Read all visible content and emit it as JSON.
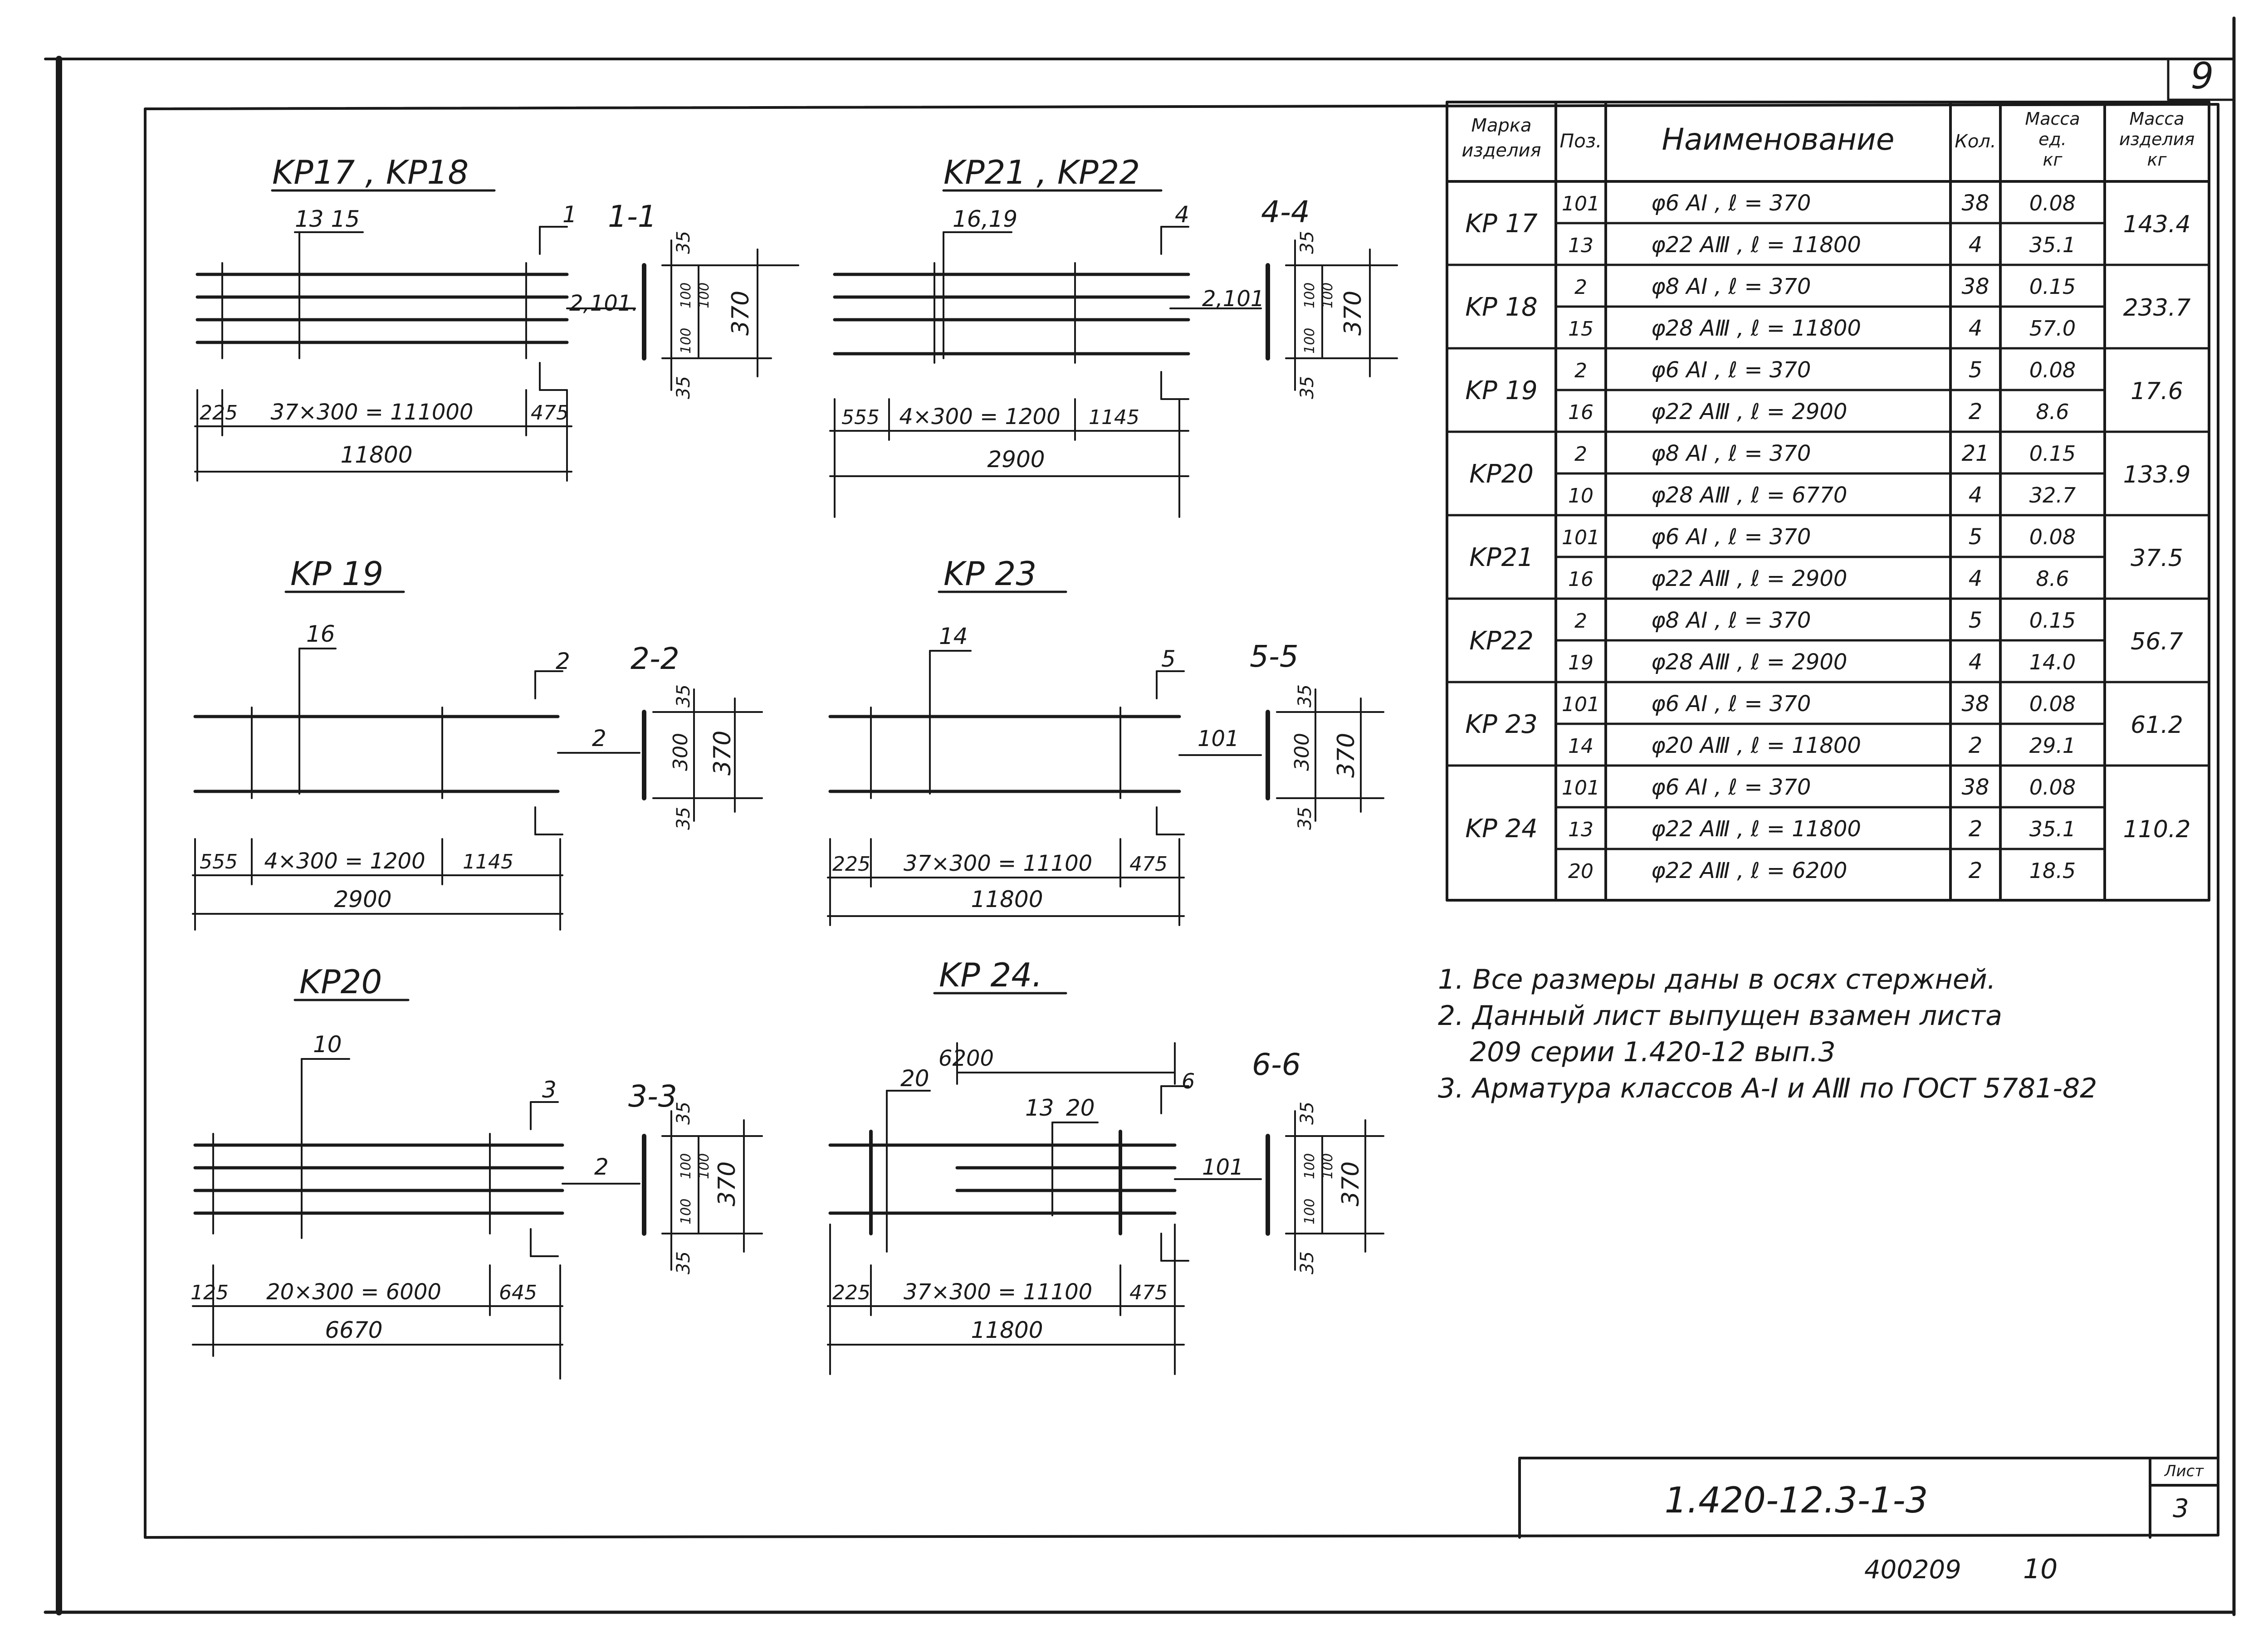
{
  "sheet_corner_number": "9",
  "drawings": [
    {
      "id": "kp17-18",
      "title": "KP17 , KP18",
      "marks": "13 15",
      "cut_mark": "1",
      "section_title": "1-1",
      "side_label": "2,101.",
      "dims": [
        "225",
        "37×300 = 111000",
        "475"
      ],
      "total": "11800",
      "sec_dims": [
        "35",
        "100",
        "100",
        "100",
        "35"
      ],
      "sec_total": "370"
    },
    {
      "id": "kp21-22",
      "title": "KP21 , KP22",
      "marks": "16,19",
      "cut_mark": "4",
      "section_title": "4-4",
      "side_label": "2,101",
      "dims": [
        "555",
        "4×300 = 1200",
        "1145"
      ],
      "total": "2900",
      "sec_dims": [
        "35",
        "100",
        "100",
        "100",
        "35"
      ],
      "sec_total": "370"
    },
    {
      "id": "kp19",
      "title": "KP 19",
      "marks": "16",
      "cut_mark": "2",
      "section_title": "2-2",
      "side_label": "2",
      "dims": [
        "555",
        "4×300 = 1200",
        "1145"
      ],
      "total": "2900",
      "sec_dims": [
        "35",
        "300",
        "35"
      ],
      "sec_total": "370"
    },
    {
      "id": "kp23",
      "title": "KP 23",
      "marks": "14",
      "cut_mark": "5",
      "section_title": "5-5",
      "side_label": "101",
      "dims": [
        "225",
        "37×300 = 11100",
        "475"
      ],
      "total": "11800",
      "sec_dims": [
        "35",
        "300",
        "35"
      ],
      "sec_total": "370"
    },
    {
      "id": "kp20",
      "title": "KP20",
      "marks": "10",
      "cut_mark": "3",
      "section_title": "3-3",
      "side_label": "2",
      "dims": [
        "125",
        "20×300 = 6000",
        "645"
      ],
      "total": "6670",
      "sec_dims": [
        "35",
        "100",
        "100",
        "100",
        "35"
      ],
      "sec_total": "370"
    },
    {
      "id": "kp24",
      "title": "KP 24.",
      "marks": "13",
      "mark2": "20",
      "top_dim": "6200",
      "cut_mark": "6",
      "section_title": "6-6",
      "side_label": "101",
      "dims": [
        "225",
        "37×300 = 11100",
        "475"
      ],
      "total": "11800",
      "sec_dims": [
        "35",
        "100",
        "100",
        "100",
        "35"
      ],
      "sec_total": "370"
    }
  ],
  "table": {
    "headers": {
      "mark": [
        "Марка",
        "изделия"
      ],
      "pos": "Поз.",
      "name": "Наименование",
      "qty": "Кол.",
      "unit_mass": [
        "Масса",
        "ед.",
        "кг"
      ],
      "item_mass": [
        "Масса",
        "изделия",
        "кг"
      ]
    },
    "groups": [
      {
        "mark": "KP 17",
        "total": "143.4",
        "rows": [
          {
            "pos": "101",
            "name": "φ6 AI , ℓ = 370",
            "qty": "38",
            "mass": "0.08"
          },
          {
            "pos": "13",
            "name": "φ22 AⅢ , ℓ = 11800",
            "qty": "4",
            "mass": "35.1"
          }
        ]
      },
      {
        "mark": "KP 18",
        "total": "233.7",
        "rows": [
          {
            "pos": "2",
            "name": "φ8 AI , ℓ = 370",
            "qty": "38",
            "mass": "0.15"
          },
          {
            "pos": "15",
            "name": "φ28 AⅢ , ℓ = 11800",
            "qty": "4",
            "mass": "57.0"
          }
        ]
      },
      {
        "mark": "KP 19",
        "total": "17.6",
        "rows": [
          {
            "pos": "2",
            "name": "φ6 AI , ℓ = 370",
            "qty": "5",
            "mass": "0.08"
          },
          {
            "pos": "16",
            "name": "φ22 AⅢ , ℓ = 2900",
            "qty": "2",
            "mass": "8.6"
          }
        ]
      },
      {
        "mark": "KP20",
        "total": "133.9",
        "rows": [
          {
            "pos": "2",
            "name": "φ8 AI , ℓ = 370",
            "qty": "21",
            "mass": "0.15"
          },
          {
            "pos": "10",
            "name": "φ28 AⅢ , ℓ = 6770",
            "qty": "4",
            "mass": "32.7"
          }
        ]
      },
      {
        "mark": "KP21",
        "total": "37.5",
        "rows": [
          {
            "pos": "101",
            "name": "φ6 AI , ℓ = 370",
            "qty": "5",
            "mass": "0.08"
          },
          {
            "pos": "16",
            "name": "φ22 AⅢ , ℓ = 2900",
            "qty": "4",
            "mass": "8.6"
          }
        ]
      },
      {
        "mark": "KP22",
        "total": "56.7",
        "rows": [
          {
            "pos": "2",
            "name": "φ8 AI , ℓ = 370",
            "qty": "5",
            "mass": "0.15"
          },
          {
            "pos": "19",
            "name": "φ28 AⅢ , ℓ = 2900",
            "qty": "4",
            "mass": "14.0"
          }
        ]
      },
      {
        "mark": "KP 23",
        "total": "61.2",
        "rows": [
          {
            "pos": "101",
            "name": "φ6 AI , ℓ = 370",
            "qty": "38",
            "mass": "0.08"
          },
          {
            "pos": "14",
            "name": "φ20 AⅢ , ℓ = 11800",
            "qty": "2",
            "mass": "29.1"
          }
        ]
      },
      {
        "mark": "KP 24",
        "total": "110.2",
        "rows": [
          {
            "pos": "101",
            "name": "φ6 AI , ℓ = 370",
            "qty": "38",
            "mass": "0.08"
          },
          {
            "pos": "13",
            "name": "φ22 AⅢ , ℓ = 11800",
            "qty": "2",
            "mass": "35.1"
          },
          {
            "pos": "20",
            "name": "φ22 AⅢ , ℓ = 6200",
            "qty": "2",
            "mass": "18.5"
          }
        ]
      }
    ]
  },
  "notes": [
    "1. Все размеры даны в осях стержней.",
    "2. Данный лист выпущен взамен листа",
    "209 серии 1.420-12 вып.3",
    "3. Арматура классов A-I и AⅢ по ГОСТ 5781-82"
  ],
  "stamp": {
    "code": "1.420-12.3-1-3",
    "sheet_label": "Лист",
    "sheet_number": "3",
    "bottom_code": "400209",
    "bottom_number": "10"
  }
}
